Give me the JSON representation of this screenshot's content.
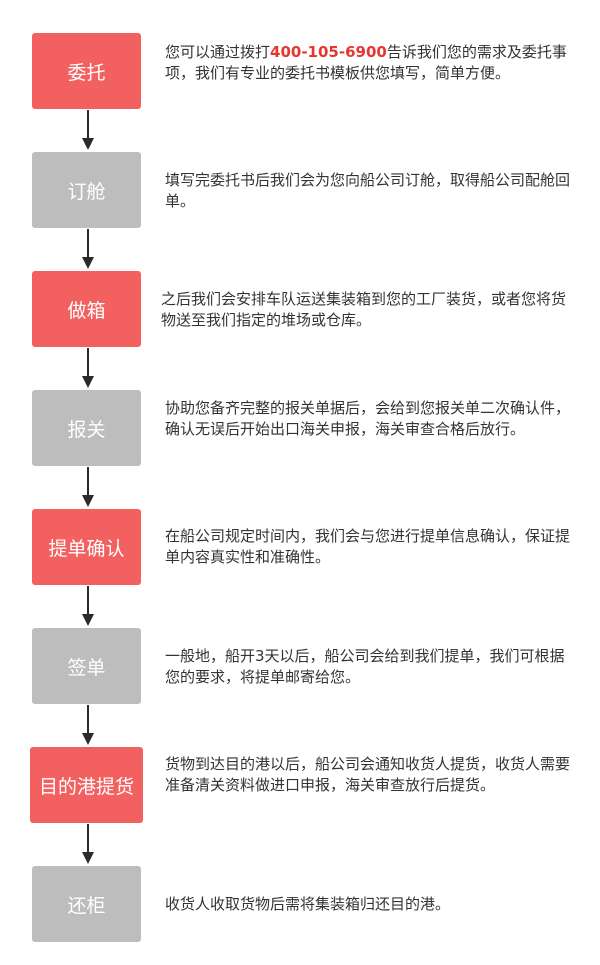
{
  "steps": [
    {
      "label": "委托",
      "color": "red",
      "desc_before": "您可以通过拨打",
      "phone": "400-105-6900",
      "desc_after": "告诉我们您的需求及委托事项，我们有专业的委托书模板供您填写，简单方便。"
    },
    {
      "label": "订舱",
      "color": "gray",
      "desc": "填写完委托书后我们会为您向船公司订舱，取得船公司配舱回单。"
    },
    {
      "label": "做箱",
      "color": "red",
      "desc": "之后我们会安排车队运送集装箱到您的工厂装货，或者您将货物送至我们指定的堆场或仓库。"
    },
    {
      "label": "报关",
      "color": "gray",
      "desc": "协助您备齐完整的报关单据后，会给到您报关单二次确认件，确认无误后开始出口海关申报，海关审查合格后放行。"
    },
    {
      "label": "提单确认",
      "color": "red",
      "desc": "在船公司规定时间内，我们会与您进行提单信息确认，保证提单内容真实性和准确性。"
    },
    {
      "label": "签单",
      "color": "gray",
      "desc": "一般地，船开3天以后，船公司会给到我们提单，我们可根据您的要求，将提单邮寄给您。"
    },
    {
      "label": "目的港提货",
      "color": "red",
      "desc": "货物到达目的港以后，船公司会通知收货人提货，收货人需要准备清关资料做进口申报，海关审查放行后提货。"
    },
    {
      "label": "还柜",
      "color": "gray",
      "desc": "收货人收取货物后需将集装箱归还目的港。"
    }
  ],
  "colors": {
    "red": "#f26160",
    "gray": "#bdbdbd",
    "phone": "#e8362f",
    "arrow": "#2b2b2b"
  }
}
